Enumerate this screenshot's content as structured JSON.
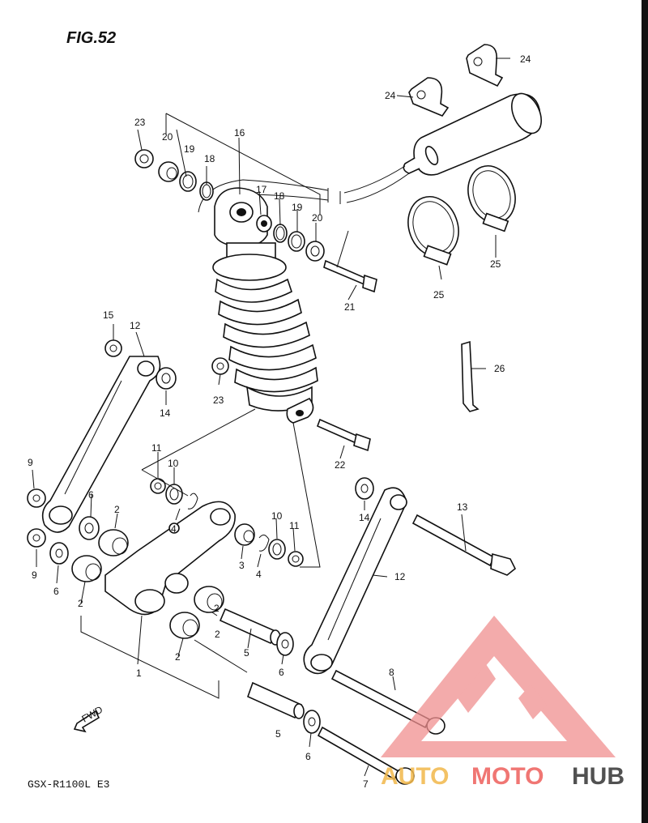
{
  "figure": {
    "title": "FIG.52",
    "model": "GSX-R1100L  E3",
    "fwd_label": "FWD"
  },
  "watermark": {
    "text_a": "AUTO",
    "text_b": "MOTO",
    "text_c": "HUB",
    "color_a": "#f2b84b",
    "color_b": "#ee5f5b",
    "color_c": "#333333",
    "logo_color": "#f08f8f"
  },
  "labels": {
    "l1": "1",
    "l2a": "2",
    "l2b": "2",
    "l2c": "2",
    "l2d": "2",
    "l2e": "2",
    "l3": "3",
    "l4a": "4",
    "l4b": "4",
    "l5a": "5",
    "l5b": "5",
    "l6a": "6",
    "l6b": "6",
    "l6c": "6",
    "l6d": "6",
    "l7": "7",
    "l8": "8",
    "l9a": "9",
    "l9b": "9",
    "l10a": "10",
    "l10b": "10",
    "l11a": "11",
    "l11b": "11",
    "l12a": "12",
    "l12b": "12",
    "l13": "13",
    "l14a": "14",
    "l14b": "14",
    "l15": "15",
    "l16": "16",
    "l17": "17",
    "l18a": "18",
    "l18b": "18",
    "l19a": "19",
    "l19b": "19",
    "l20a": "20",
    "l20b": "20",
    "l21": "21",
    "l22": "22",
    "l23a": "23",
    "l23b": "23",
    "l24a": "24",
    "l24b": "24",
    "l25a": "25",
    "l25b": "25",
    "l26": "26"
  }
}
